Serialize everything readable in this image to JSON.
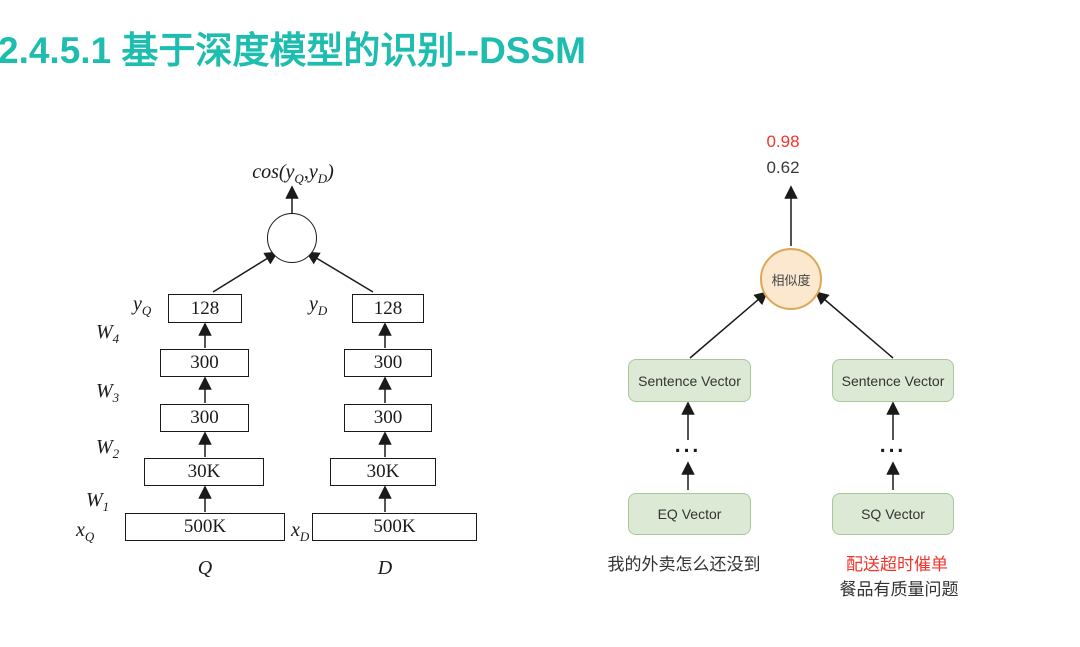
{
  "title": "2.4.5.1 基于深度模型的识别--DSSM",
  "colors": {
    "title-accent": "#1ebdb0",
    "ink": "#1a1a1a",
    "red": "#f2352c",
    "green-fill": "#dcead5",
    "green-border": "#a9c79d",
    "peach-fill": "#fce8cf",
    "peach-border": "#dda75a"
  },
  "dssm_diagram": {
    "cosine_label": {
      "p1": "cos(y",
      "sub1": "Q",
      "p2": ",y",
      "sub2": "D",
      "p3": ")"
    },
    "weights": [
      {
        "base": "W",
        "sub": "4"
      },
      {
        "base": "W",
        "sub": "3"
      },
      {
        "base": "W",
        "sub": "2"
      },
      {
        "base": "W",
        "sub": "1"
      }
    ],
    "towers": {
      "q": {
        "output_label": {
          "base": "y",
          "sub": "Q"
        },
        "input_label": {
          "base": "x",
          "sub": "Q"
        },
        "bottom_label": "Q",
        "layers": [
          "128",
          "300",
          "300",
          "30K",
          "500K"
        ]
      },
      "d": {
        "output_label": {
          "base": "y",
          "sub": "D"
        },
        "input_label": {
          "base": "x",
          "sub": "D"
        },
        "bottom_label": "D",
        "layers": [
          "128",
          "300",
          "300",
          "30K",
          "500K"
        ]
      }
    }
  },
  "similarity_diagram": {
    "score_red": "0.98",
    "score_black": "0.62",
    "node_label": "相似度",
    "left_branch": {
      "sentence_vector": "Sentence Vector",
      "ellipsis": "...",
      "input_vector": "EQ Vector",
      "query": "我的外卖怎么还没到"
    },
    "right_branch": {
      "sentence_vector": "Sentence Vector",
      "ellipsis": "...",
      "input_vector": "SQ Vector",
      "query_red": "配送超时催单",
      "query_black": "餐品有质量问题"
    }
  }
}
